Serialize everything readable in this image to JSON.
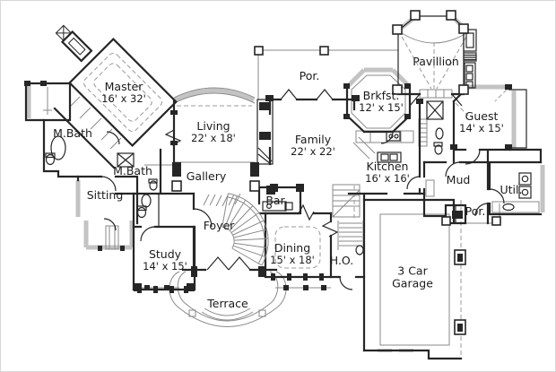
{
  "palette": {
    "background": "#ffffff",
    "walls": "#262626",
    "thin_lines": "#8a8a8a",
    "glass_walls": "#c3c3c3",
    "dashed_lines": "#9a9a9a",
    "text": "#1b1b1b"
  },
  "rooms": {
    "master": {
      "label": "Master",
      "dims": "16' x 32'"
    },
    "master_bath_upper": {
      "label": "M.Bath"
    },
    "master_bath_lower": {
      "label": "M.Bath"
    },
    "sitting": {
      "label": "Sitting"
    },
    "study": {
      "label": "Study",
      "dims": "14' x 15'"
    },
    "foyer": {
      "label": "Foyer"
    },
    "gallery": {
      "label": "Gallery"
    },
    "living": {
      "label": "Living",
      "dims": "22' x 18'"
    },
    "terrace": {
      "label": "Terrace"
    },
    "bar": {
      "label": "Bar"
    },
    "dining": {
      "label": "Dining",
      "dims": "15' x 18'"
    },
    "home_office": {
      "label": "H.O."
    },
    "family": {
      "label": "Family",
      "dims": "22' x 22'"
    },
    "porch_top": {
      "label": "Por."
    },
    "breakfast": {
      "label": "Brkfst.",
      "dims": "12' x 15'"
    },
    "kitchen": {
      "label": "Kitchen",
      "dims": "16' x 16'"
    },
    "pavillion": {
      "label": "Pavillion"
    },
    "guest": {
      "label": "Guest",
      "dims": "14' x 15'"
    },
    "mud": {
      "label": "Mud"
    },
    "utility": {
      "label": "Util."
    },
    "porch_right": {
      "label": "Por."
    },
    "garage": {
      "label": "3 Car Garage"
    }
  }
}
